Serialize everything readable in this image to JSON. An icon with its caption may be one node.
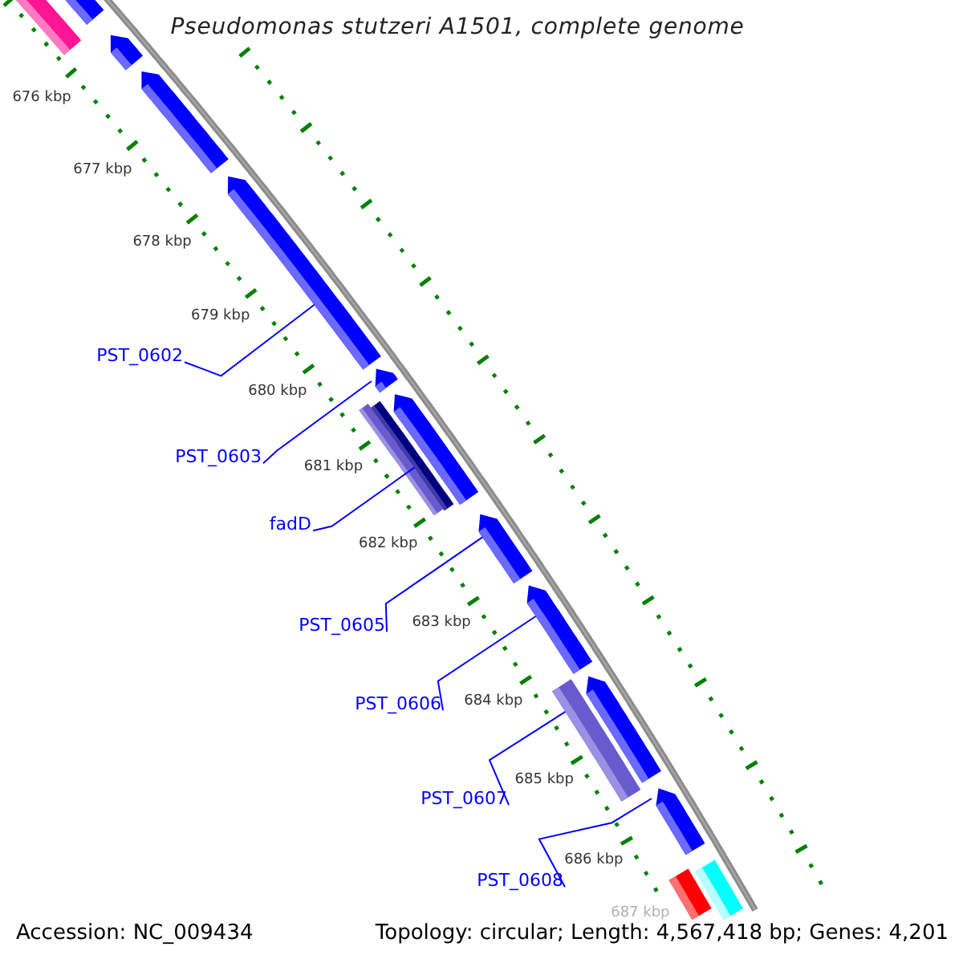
{
  "diagram": {
    "title": "Pseudomonas stutzeri A1501, complete genome",
    "nodes": [
      {
        "text": [
          "PST_0602"
        ]
      },
      {
        "text": [
          "PST_0603"
        ]
      },
      {
        "text": [
          "fadD"
        ]
      },
      {
        "text": [
          "PST_0605"
        ]
      },
      {
        "text": [
          "PST_0606"
        ]
      },
      {
        "text": [
          "PST_0607"
        ]
      },
      {
        "text": [
          "PST_0608"
        ]
      },
      {
        "text": [],
        "shape": "bar"
      },
      {
        "text": [],
        "shape": "bar"
      },
      {
        "text": [],
        "shape": "bar"
      },
      {
        "text": [],
        "shape": "bar"
      },
      {
        "text": [],
        "shape": "bar"
      },
      {
        "text": [],
        "shape": "bar"
      },
      {
        "text": [],
        "shape": "bar"
      }
    ],
    "edges": [
      {
        "from": 0,
        "to": 7,
        "arrow": "none"
      },
      {
        "from": 1,
        "to": 8,
        "arrow": "none"
      },
      {
        "from": 2,
        "to": 9,
        "arrow": "none"
      },
      {
        "from": 3,
        "to": 10,
        "arrow": "none"
      },
      {
        "from": 4,
        "to": 11,
        "arrow": "none"
      },
      {
        "from": 5,
        "to": 12,
        "arrow": "none"
      },
      {
        "from": 6,
        "to": 13,
        "arrow": "none"
      }
    ],
    "labels": [
      "676 kbp",
      "677 kbp",
      "678 kbp",
      "679 kbp",
      "680 kbp",
      "681 kbp",
      "682 kbp",
      "683 kbp",
      "684 kbp",
      "685 kbp",
      "686 kbp",
      "687 kbp",
      "Accession: NC_009434",
      "Topology: circular; Length: 4,567,418 bp; Genes: 4,201"
    ]
  }
}
